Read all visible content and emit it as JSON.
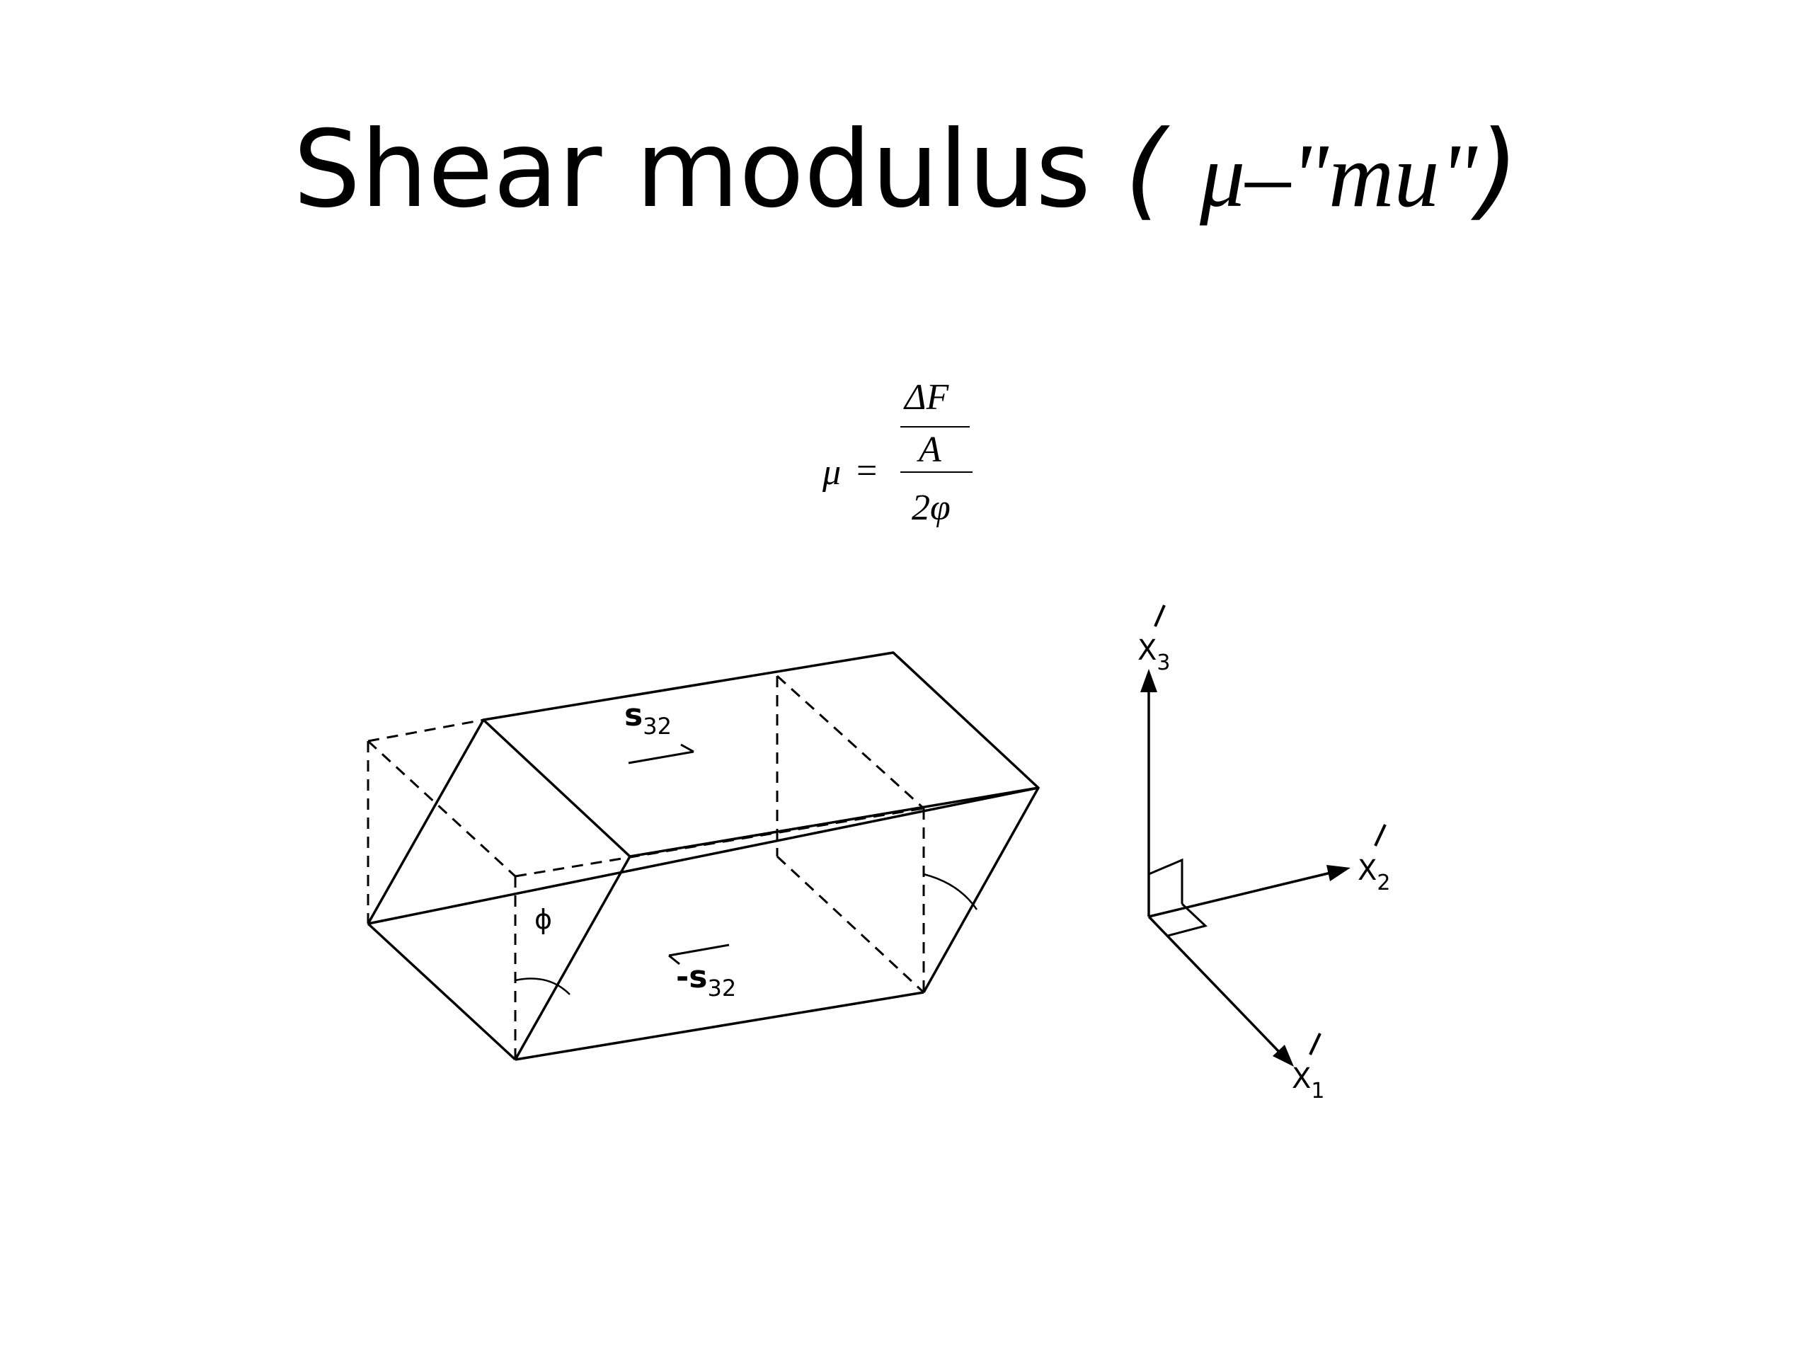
{
  "title": {
    "main": "Shear modulus",
    "paren_open": "(",
    "symbol": "μ–\"mu\"",
    "paren_close": ")"
  },
  "formula": {
    "lhs": "μ",
    "equals": "=",
    "numerator_top": "ΔF",
    "numerator_bottom": "A",
    "denominator": "2φ"
  },
  "diagram": {
    "stress_top": "s",
    "stress_top_sub": "32",
    "stress_bottom": "-s",
    "stress_bottom_sub": "32",
    "angle_label": "ϕ"
  },
  "axes": {
    "x3": "X",
    "x3_sub": "3",
    "x2": "X",
    "x2_sub": "2",
    "x1": "X",
    "x1_sub": "1"
  }
}
